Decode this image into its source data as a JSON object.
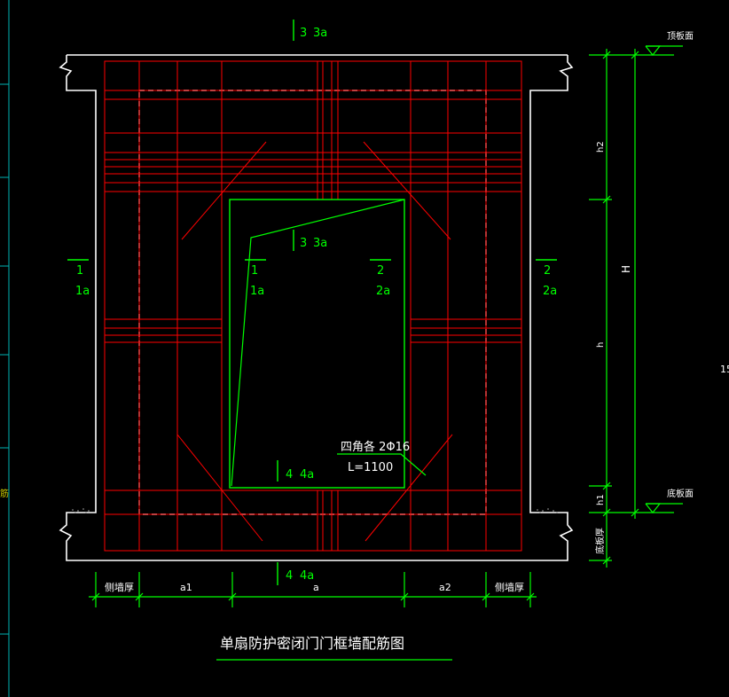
{
  "title": "单扇防护密闭门门框墙配筋图",
  "colors": {
    "background": "#000000",
    "wall_outline": "#ffffff",
    "rebar": "#ff0000",
    "dimension": "#00ff00",
    "annotation": "#ffffff",
    "cyan_edge": "#00b4b4"
  },
  "section_marks": {
    "top": {
      "num": "3",
      "ref": "3a"
    },
    "bottom": {
      "num": "4",
      "ref": "4a"
    },
    "left": {
      "num": "1",
      "ref": "1a"
    },
    "right": {
      "num": "2",
      "ref": "2a"
    },
    "inner_top": {
      "num": "3",
      "ref": "3a"
    },
    "inner_left": {
      "num": "1",
      "ref": "1a"
    },
    "inner_right": {
      "num": "2",
      "ref": "2a"
    },
    "inner_bottom": {
      "num": "4",
      "ref": "4a"
    }
  },
  "corner_note": {
    "line1": "四角各 2Φ16",
    "line2": "L=1100"
  },
  "bottom_dims": [
    "侧墙厚",
    "a1",
    "a",
    "a2",
    "侧墙厚"
  ],
  "right_dims": {
    "top_label": "顶板面",
    "bottom_label": "底板面",
    "h2": "h2",
    "H": "H",
    "h": "h",
    "h1": "h1",
    "base": "底板厚"
  },
  "edge_text": "15",
  "left_edge_text": "筋"
}
